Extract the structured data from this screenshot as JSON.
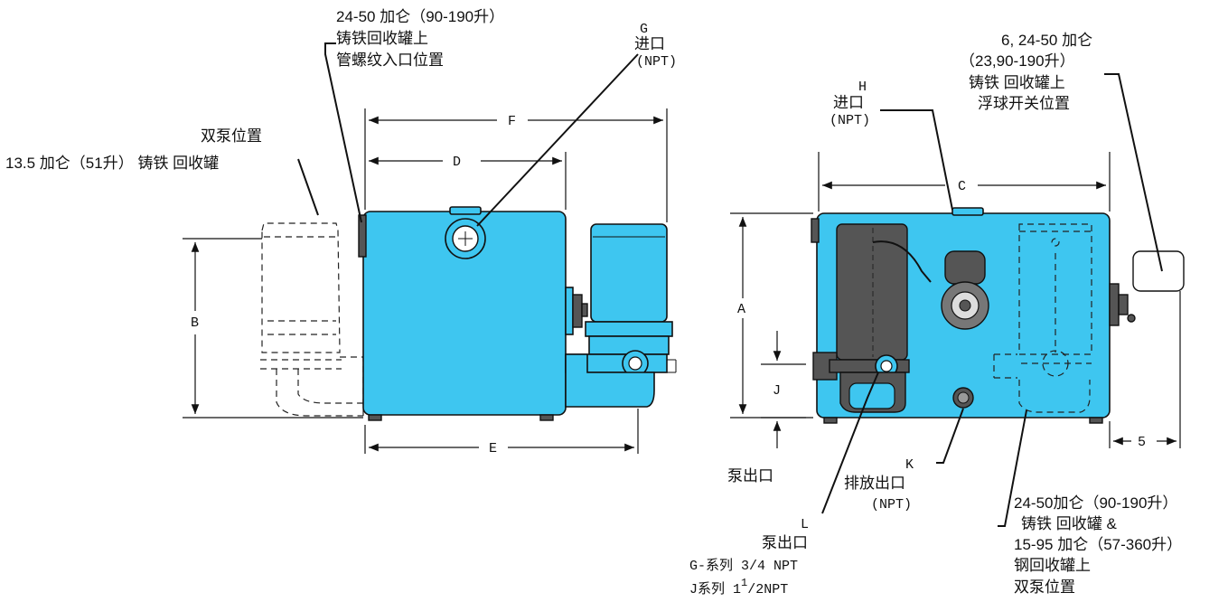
{
  "labels": {
    "inlet_pos_title": "24-50 加仑（90-190升）",
    "inlet_pos_line2": "铸铁回收罐上",
    "inlet_pos_line3": "管螺纹入口位置",
    "g_letter": "G",
    "g_inlet": "进口",
    "g_npt": "(NPT)",
    "dual_pump_pos": "双泵位置",
    "tank_13_5": "13.5 加仑（51升） 铸铁 回收罐",
    "h_letter": "H",
    "h_inlet": "进口",
    "h_npt": "(NPT)",
    "float_line1": "6, 24-50 加仑",
    "float_line2": "（23,90-190升）",
    "float_line3": "铸铁 回收罐上",
    "float_line4": "浮球开关位置",
    "pump_outlet": "泵出口",
    "k_letter": "K",
    "k_drain": "排放出口",
    "k_npt": "(NPT)",
    "l_letter": "L",
    "l_outlet": "泵出口",
    "l_g_series": "G-系列 3/4 NPT",
    "l_j_series_prefix": "J系列 1",
    "l_j_series_sup": "1",
    "l_j_series_suffix": "/2NPT",
    "dual_line1": "24-50加仑（90-190升）",
    "dual_line2": "铸铁 回收罐 &",
    "dual_line3": "15-95 加仑（57-360升）",
    "dual_line4": "钢回收罐上",
    "dual_line5": "双泵位置"
  },
  "dimensions": {
    "a": "A",
    "b": "B",
    "c": "C",
    "d": "D",
    "e": "E",
    "f": "F",
    "j": "J",
    "five": "5"
  },
  "colors": {
    "body": "#3ec6f0",
    "line": "#111111"
  }
}
